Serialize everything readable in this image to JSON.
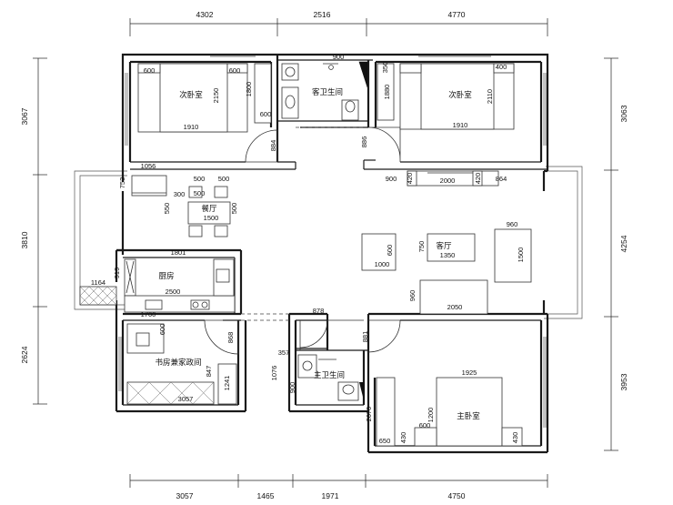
{
  "top_dims": [
    "4302",
    "2516",
    "4770"
  ],
  "bottom_dims": [
    "3057",
    "1465",
    "1971",
    "4750"
  ],
  "left_dims": [
    "3067",
    "3810",
    "2624"
  ],
  "right_dims": [
    "3063",
    "4254",
    "3953"
  ],
  "rooms": {
    "bedroom_left": "次卧室",
    "guest_bath": "客卫生间",
    "bedroom_right": "次卧室",
    "dining": "餐厅",
    "kitchen": "厨房",
    "study_laundry": "书房兼家政间",
    "living": "客厅",
    "master_bath": "主卫生间",
    "master_bed": "主卧室"
  },
  "labels": {
    "bl_600a": "600",
    "bl_600b": "600",
    "bl_2150": "2150",
    "bl_1910": "1910",
    "bl_1800": "1800",
    "bl_600c": "600",
    "bl_884": "884",
    "gb_900": "900",
    "br_350": "350",
    "br_400": "400",
    "br_1880": "1880",
    "br_2110": "2110",
    "br_1910": "1910",
    "br_886": "886",
    "w_900": "900",
    "w_420a": "420",
    "w_2000": "2000",
    "w_420b": "420",
    "w_864": "864",
    "d_1056": "1056",
    "d_753": "753",
    "d_500a": "500",
    "d_500b": "500",
    "d_300": "300",
    "d_550": "550",
    "d_500c": "500",
    "d_1500": "1500",
    "d_500d": "500",
    "k_1801": "1801",
    "k_1164": "1164",
    "k_919": "919",
    "k_2500": "2500",
    "k_1700": "1700",
    "l_960a": "960",
    "l_1500": "1500",
    "l_600": "600",
    "l_1000": "1000",
    "l_750": "750",
    "l_1350": "1350",
    "l_960b": "960",
    "l_2050": "2050",
    "s_600": "600",
    "s_868": "868",
    "s_847": "847",
    "s_1241": "1241",
    "s_3057": "3057",
    "mb_878": "878",
    "mb_881": "881",
    "mb_357": "357",
    "mb_1076": "1076",
    "mb_900": "900",
    "mm_1925": "1925",
    "mm_2070": "2070",
    "mm_650": "650",
    "mm_430a": "430",
    "mm_600": "600",
    "mm_1200": "1200",
    "mm_430b": "430"
  }
}
